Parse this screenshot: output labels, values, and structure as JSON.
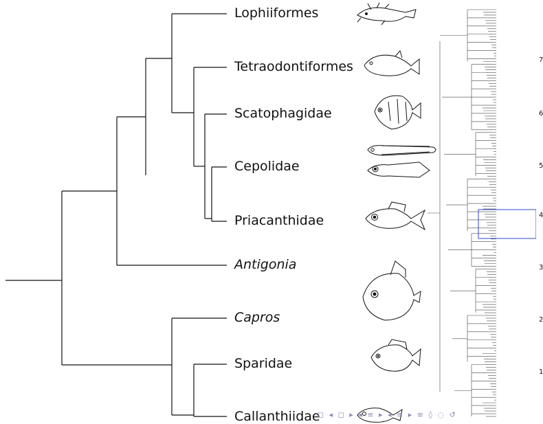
{
  "taxa": [
    {
      "label": "Lophiiformes",
      "italic": false
    },
    {
      "label": "Tetraodontiformes",
      "italic": false
    },
    {
      "label": "Scatophagidae",
      "italic": false
    },
    {
      "label": "Cepolidae",
      "italic": false
    },
    {
      "label": "Priacanthidae",
      "italic": false
    },
    {
      "label": "Antigonia",
      "italic": true
    },
    {
      "label": "Capros",
      "italic": true
    },
    {
      "label": "Sparidae",
      "italic": false
    },
    {
      "label": "Callanthiidae",
      "italic": false
    }
  ],
  "side_numbers": [
    "7",
    "6",
    "5",
    "4",
    "3",
    "2",
    "1"
  ],
  "highlight_color": "#3344cc",
  "nav_glyphs": "◻ ◂ ◻ ▸ ◂ ≡ ▸ ◂ ≡ ▸ ≡ ◊ ◌ ↺"
}
